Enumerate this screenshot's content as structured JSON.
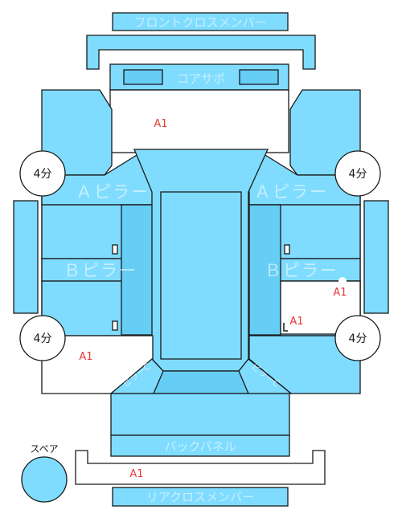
{
  "parts": {
    "front_cross_member": "フロントクロスメンバー",
    "core_support": "コアサポ",
    "a_pillar_left": "Ａピラー",
    "a_pillar_right": "Ａピラー",
    "b_pillar_left": "Ｂピラー",
    "b_pillar_right": "Ｂピラー",
    "back_panel": "バックパネル",
    "rear_cross_member": "リアクロスメンバー",
    "rear_left_corner": "ピラーC",
    "rear_right_corner": "ピラーC"
  },
  "badges": {
    "front_left": "4分",
    "front_right": "4分",
    "rear_left": "4分",
    "rear_right": "4分"
  },
  "spare": {
    "label": "スペア"
  },
  "damage_marks": [
    "A1",
    "A1",
    "A1",
    "A1",
    "A1"
  ],
  "colors": {
    "panel": "#7fdcff",
    "panel_dark": "#66cdf5",
    "damage": "#e53935",
    "outline": "#1a1a1a"
  }
}
